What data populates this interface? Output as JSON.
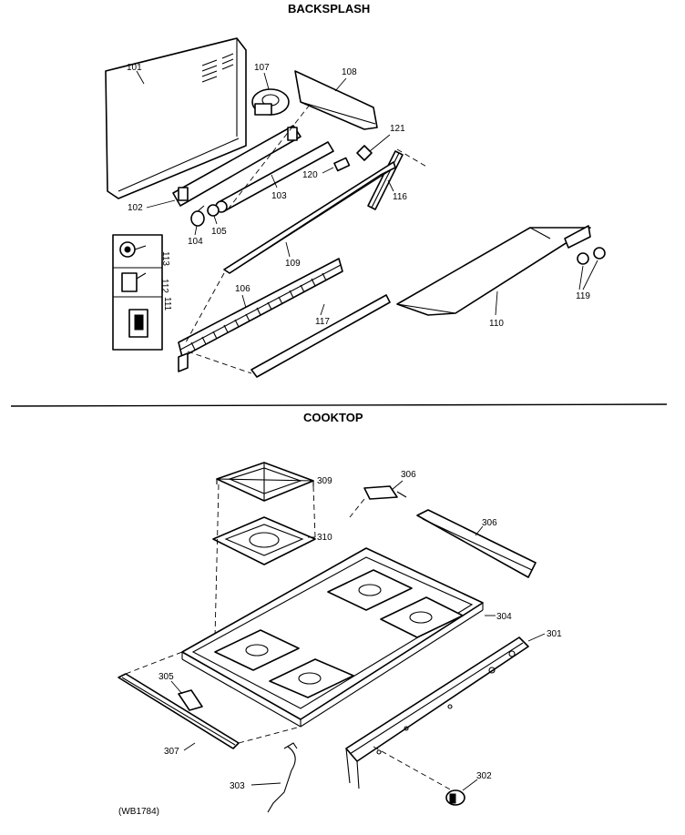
{
  "sections": {
    "backsplash": {
      "title": "BACKSPLASH"
    },
    "cooktop": {
      "title": "COOKTOP"
    }
  },
  "callouts": {
    "p101": "101",
    "p102": "102",
    "p103": "103",
    "p104": "104",
    "p105": "105",
    "p106": "106",
    "p107": "107",
    "p108": "108",
    "p109": "109",
    "p110": "110",
    "p111": "111",
    "p112": "112",
    "p113": "113",
    "p116": "116",
    "p117": "117",
    "p119": "119",
    "p120": "120",
    "p121": "121",
    "p301": "301",
    "p302": "302",
    "p303": "303",
    "p304": "304",
    "p305": "305",
    "p306a": "306",
    "p306b": "306",
    "p307": "307",
    "p309": "309",
    "p310": "310"
  },
  "drawing_id": "(WB1784)"
}
